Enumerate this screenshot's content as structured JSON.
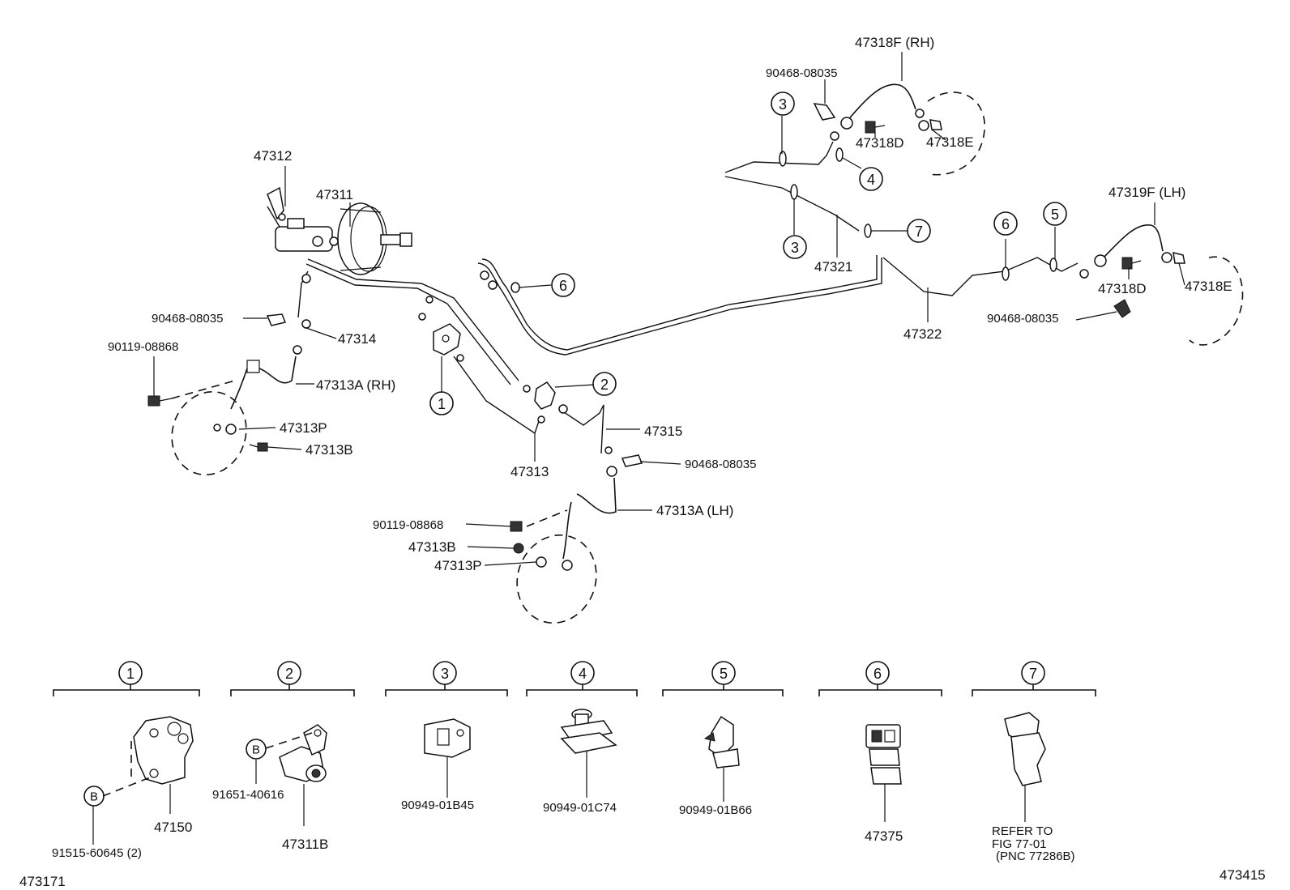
{
  "labels": {
    "p47318F": "47318F (RH)",
    "p90468_a": "90468-08035",
    "p47318D_a": "47318D",
    "p47318E_a": "47318E",
    "p47312": "47312",
    "p47311": "47311",
    "p47321": "47321",
    "p47319F": "47319F (LH)",
    "p47322": "47322",
    "p47318D_b": "47318D",
    "p47318E_b": "47318E",
    "p90468_b": "90468-08035",
    "p90468_c": "90468-08035",
    "p47314": "47314",
    "p90119_a": "90119-08868",
    "p47313A_rh": "47313A (RH)",
    "p47313P_a": "47313P",
    "p47313B_a": "47313B",
    "p47313": "47313",
    "p47315": "47315",
    "p90468_d": "90468-08035",
    "p47313A_lh": "47313A (LH)",
    "p90119_b": "90119-08868",
    "p47313B_b": "47313B",
    "p47313P_b": "47313P",
    "p47150": "47150",
    "p91515": "91515-60645 (2)",
    "p91651": "91651-40616",
    "p47311B": "47311B",
    "p90949_b45": "90949-01B45",
    "p90949_c74": "90949-01C74",
    "p90949_b66": "90949-01B66",
    "p47375": "47375",
    "refer1": "REFER TO",
    "refer2": "FIG 77-01",
    "refer3": "(PNC 77286B)",
    "footer_left": "473171",
    "footer_right": "473415"
  },
  "callouts": {
    "c1": "1",
    "c2": "2",
    "c3": "3",
    "c4": "4",
    "c5": "5",
    "c6": "6",
    "c7": "7",
    "b": "B"
  }
}
